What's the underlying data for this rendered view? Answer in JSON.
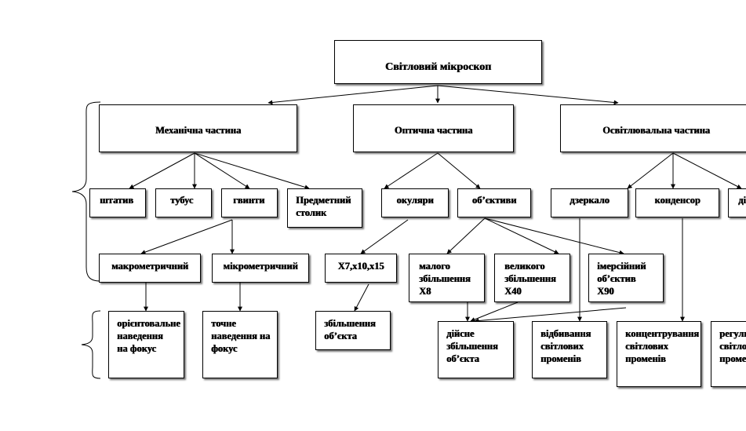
{
  "title": "Світловий  мікроскоп",
  "branches": {
    "mechanical": "Механічна частина",
    "optical": "Оптична частина",
    "lighting": "Освітлювальна частина"
  },
  "parts": {
    "stand": "штатив",
    "tube": "тубус",
    "screws": "гвинти",
    "stage": "Предметний столик",
    "eyepieces": "окуляри",
    "objectives": "об’єктиви",
    "mirror": "дзеркало",
    "condenser": "конденсор",
    "diaphragm": "ді"
  },
  "subparts": {
    "macro": "макрометричний",
    "micro": "мікрометричний",
    "eyepiece_mag": "Х7,х10,х15",
    "low_mag": "малого збільшення Х8",
    "high_mag": "великого збільшення Х40",
    "immersion": "імерсійний об’єктив Х90"
  },
  "functions": {
    "macro_fn": "орієнтовальне наведення на фокус",
    "micro_fn": "точне наведення на фокус",
    "eyepiece_fn": "збільшення об’єкта",
    "objective_fn": "дійсне збільшення об’єкта",
    "mirror_fn": "відбивання світлових променів",
    "condenser_fn": "концентрування світлових променів",
    "diaphragm_fn": "регулювання світлових променів"
  }
}
